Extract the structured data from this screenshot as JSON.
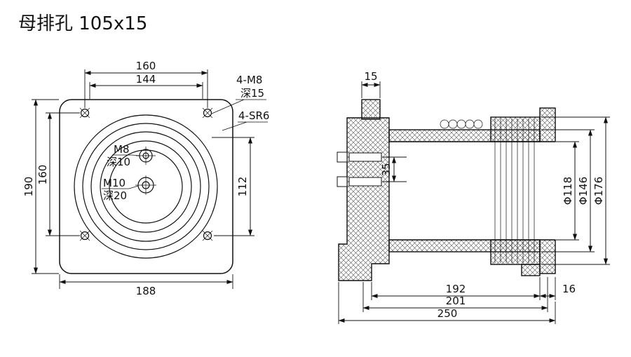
{
  "title": "母排孔 105x15",
  "front_view": {
    "dim_top_outer": "160",
    "dim_top_inner": "144",
    "dim_left_outer": "190",
    "dim_left_inner": "160",
    "dim_bottom": "188",
    "dim_right": "112",
    "note_corner_thread": "4-M8",
    "note_corner_thread_depth": "深15",
    "note_corner_sphere": "4-SR6",
    "note_hole_top": "M8",
    "note_hole_top_depth": "深10",
    "note_hole_bottom": "M10",
    "note_hole_bottom_depth": "深20"
  },
  "section_view": {
    "dim_tab_width": "15",
    "dim_hole_spacing": "35",
    "dim_dia_bore": "Φ118",
    "dim_dia_body": "Φ146",
    "dim_dia_sheds": "Φ176",
    "dim_len_inner": "192",
    "dim_len_mid": "201",
    "dim_len_overall": "250",
    "dim_flange_thickness": "16"
  }
}
